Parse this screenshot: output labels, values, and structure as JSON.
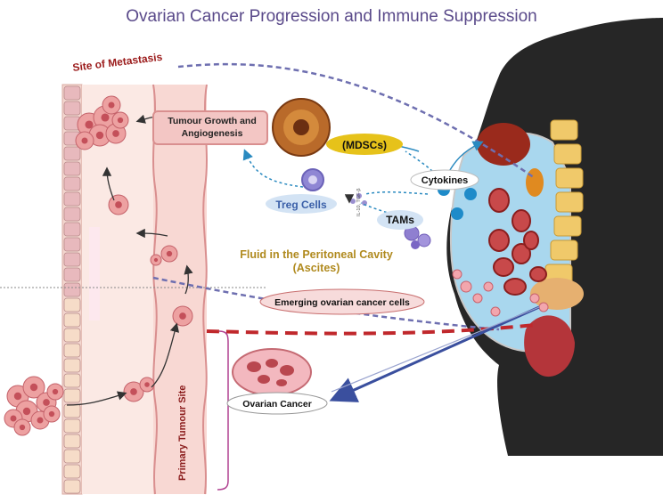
{
  "title": "Ovarian Cancer Progression and Immune Suppression",
  "labels": {
    "site_of_metastasis": "Site of Metastasis",
    "tumour_growth_line1": "Tumour Growth and",
    "tumour_growth_line2": "Angiogenesis",
    "mdscs": "(MDSCs)",
    "cytokines": "Cytokines",
    "treg_cells": "Treg Cells",
    "il_tgf": "IL-10, TGF-β",
    "tams": "TAMs",
    "fluid_line1": "Fluid in the Peritoneal Cavity",
    "fluid_line2": "(Ascites)",
    "emerging": "Emerging ovarian cancer cells",
    "ovarian_cancer": "Ovarian Cancer",
    "primary_tumour_site": "Primary Tumour Site"
  },
  "colors": {
    "title": "#5a4a8a",
    "metastasis_text": "#9b1b1b",
    "ascites_text": "#b08a1e",
    "mdsc_fill": "#e6c21a",
    "dashed_purple": "#6e6fb0",
    "dashed_red": "#c0282c",
    "arrow_blue": "#3a4f9e",
    "body_dark": "#262626",
    "cell_pink": "#e58b8b"
  }
}
